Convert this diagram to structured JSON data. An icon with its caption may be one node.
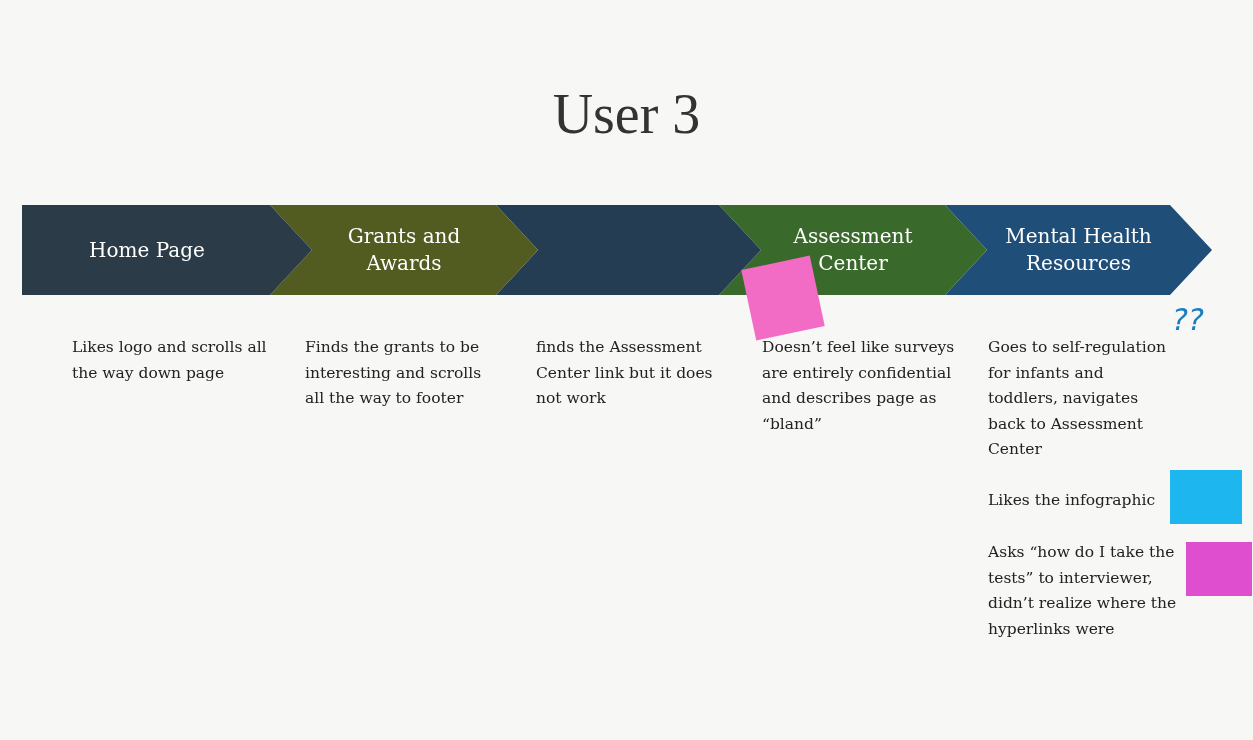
{
  "diagram": {
    "title": "User 3",
    "nodes": [
      {
        "text": [
          "Home Page"
        ]
      },
      {
        "text": [
          "Grants and Awards"
        ]
      },
      {
        "text": [],
        "shape": "chevron"
      },
      {
        "text": [
          "Assessment Center"
        ]
      },
      {
        "text": [
          "Mental Health Resources"
        ]
      },
      {
        "text": [],
        "shape": "note"
      },
      {
        "text": [],
        "shape": "note"
      },
      {
        "text": [],
        "shape": "note"
      }
    ],
    "labels": [
      "??",
      "Likes logo and scrolls all the way down page",
      "Finds the grants to be interesting and scrolls all the way to footer",
      "finds the Assessment Center link but it does not work",
      "Doesn’t feel like surveys are entirely confidential and describes page as “bland”",
      "Goes to self-regulation for infants and toddlers, navigates back to Assessment Center",
      "Likes the infographic",
      "Asks “how do I take the tests” to interviewer, didn’t realize where the hyperlinks were"
    ]
  }
}
